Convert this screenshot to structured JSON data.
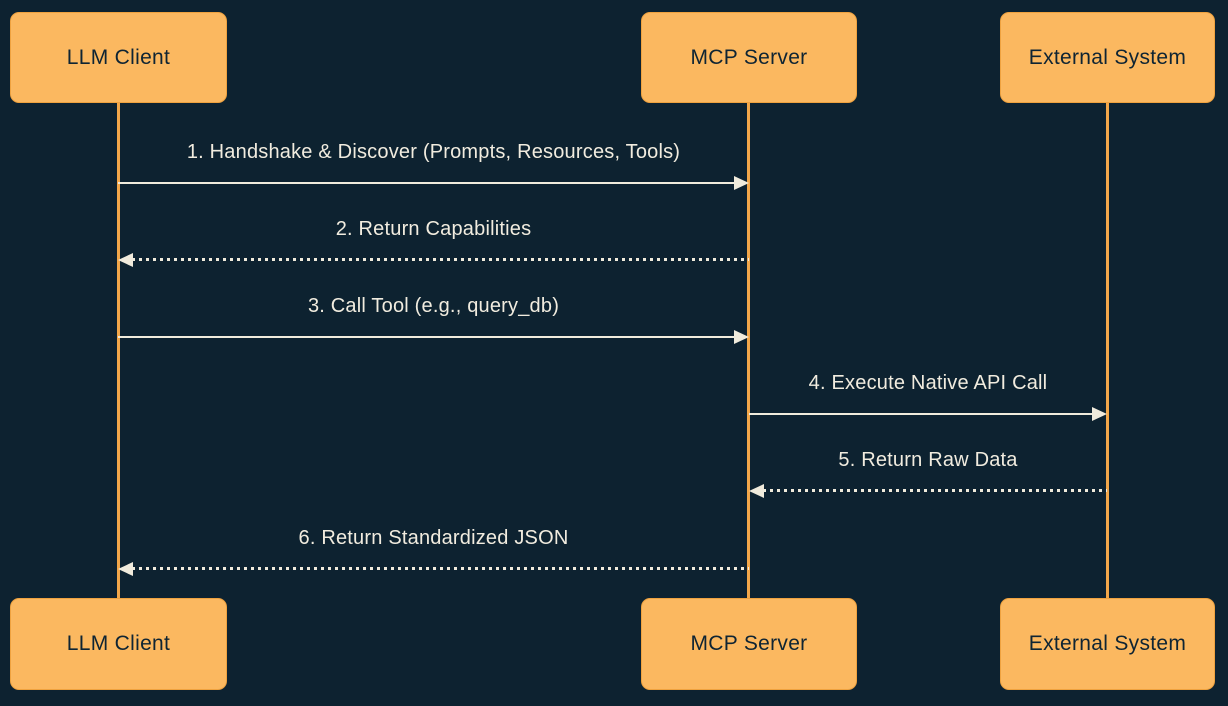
{
  "diagram": {
    "type": "sequence-diagram",
    "actors": [
      {
        "id": "llm-client",
        "label": "LLM Client"
      },
      {
        "id": "mcp-server",
        "label": "MCP Server"
      },
      {
        "id": "external-system",
        "label": "External System"
      }
    ],
    "messages": [
      {
        "seq": 1,
        "label": "1. Handshake & Discover (Prompts, Resources, Tools)",
        "from": "LLM Client",
        "to": "MCP Server",
        "style": "solid",
        "direction": "right"
      },
      {
        "seq": 2,
        "label": "2. Return Capabilities",
        "from": "MCP Server",
        "to": "LLM Client",
        "style": "dashed",
        "direction": "left"
      },
      {
        "seq": 3,
        "label": "3. Call Tool (e.g., query_db)",
        "from": "LLM Client",
        "to": "MCP Server",
        "style": "solid",
        "direction": "right"
      },
      {
        "seq": 4,
        "label": "4. Execute Native API Call",
        "from": "MCP Server",
        "to": "External System",
        "style": "solid",
        "direction": "right"
      },
      {
        "seq": 5,
        "label": "5. Return Raw Data",
        "from": "External System",
        "to": "MCP Server",
        "style": "dashed",
        "direction": "left"
      },
      {
        "seq": 6,
        "label": "6. Return Standardized JSON",
        "from": "MCP Server",
        "to": "LLM Client",
        "style": "dashed",
        "direction": "left"
      }
    ],
    "colors": {
      "background": "#0D2230",
      "actor_fill": "#FBB860",
      "actor_border": "#EFA23F",
      "actor_text": "#0E2433",
      "lifeline": "#F2A74A",
      "message_line": "#F0EBDC",
      "message_text": "#F1ECDF"
    }
  }
}
